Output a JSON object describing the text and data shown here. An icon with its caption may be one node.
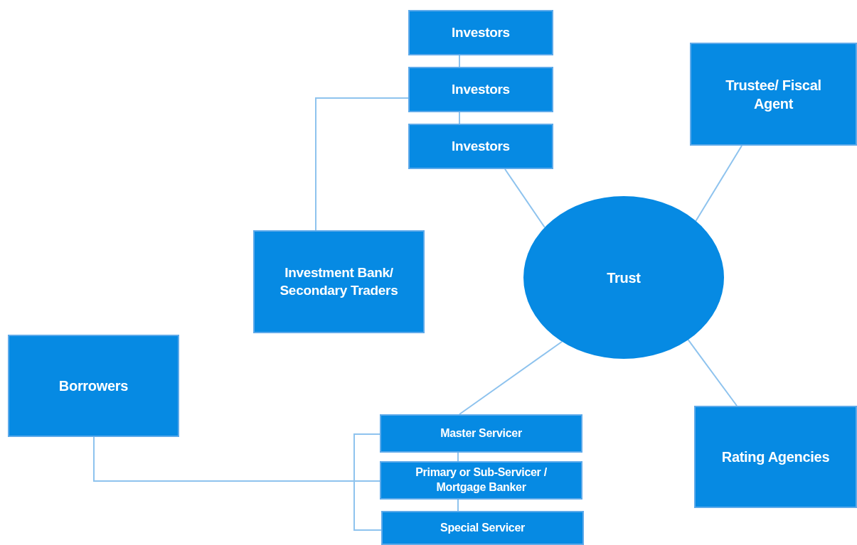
{
  "diagram": {
    "nodes": [
      {
        "text": [
          "Investors"
        ]
      },
      {
        "text": [
          "Investors"
        ]
      },
      {
        "text": [
          "Investors"
        ]
      },
      {
        "text": [
          "Trustee/ Fiscal Agent"
        ]
      },
      {
        "text": [
          "Investment Bank/ Secondary Traders"
        ]
      },
      {
        "text": [
          "Trust"
        ]
      },
      {
        "text": [
          "Borrowers"
        ]
      },
      {
        "text": [
          "Rating Agencies"
        ]
      },
      {
        "text": [
          "Master Servicer"
        ]
      },
      {
        "text": [
          "Primary or Sub-Servicer / Mortgage Banker"
        ]
      },
      {
        "text": [
          "Special Servicer"
        ]
      }
    ],
    "edges": [
      {
        "from": 0,
        "to": 1,
        "arrow": "none"
      },
      {
        "from": 1,
        "to": 2,
        "arrow": "none"
      },
      {
        "from": 1,
        "to": 4,
        "arrow": "none"
      },
      {
        "from": 2,
        "to": 5,
        "arrow": "none"
      },
      {
        "from": 3,
        "to": 5,
        "arrow": "none"
      },
      {
        "from": 5,
        "to": 8,
        "arrow": "none"
      },
      {
        "from": 5,
        "to": 7,
        "arrow": "none"
      },
      {
        "from": 6,
        "to": 9,
        "arrow": "none"
      },
      {
        "from": 8,
        "to": 9,
        "arrow": "none"
      },
      {
        "from": 9,
        "to": 10,
        "arrow": "none"
      },
      {
        "from": 8,
        "to": 10,
        "arrow": "none"
      }
    ]
  }
}
